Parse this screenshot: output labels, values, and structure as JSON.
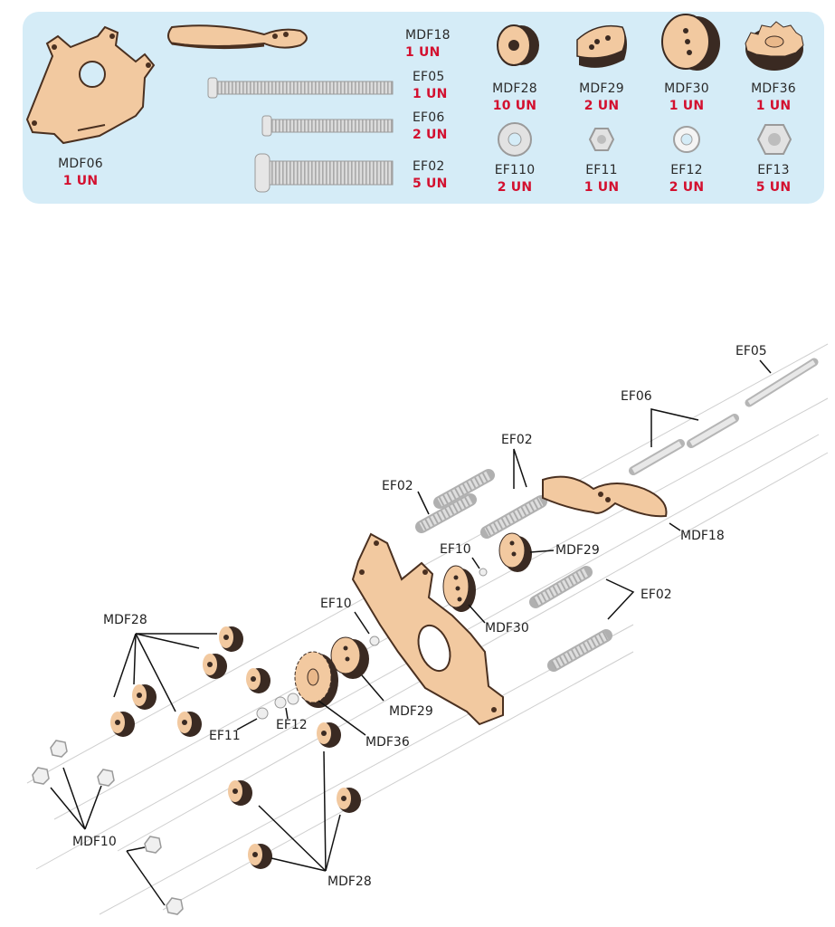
{
  "parts": [
    {
      "name": "MDF06",
      "qty": "1 UN"
    },
    {
      "name": "MDF18",
      "qty": "1 UN"
    },
    {
      "name": "EF05",
      "qty": "1 UN"
    },
    {
      "name": "EF06",
      "qty": "2 UN"
    },
    {
      "name": "EF02",
      "qty": "5 UN"
    },
    {
      "name": "MDF28",
      "qty": "10 UN"
    },
    {
      "name": "MDF29",
      "qty": "2 UN"
    },
    {
      "name": "MDF30",
      "qty": "1 UN"
    },
    {
      "name": "MDF36",
      "qty": "1 UN"
    },
    {
      "name": "EF110",
      "qty": "2 UN"
    },
    {
      "name": "EF11",
      "qty": "1 UN"
    },
    {
      "name": "EF12",
      "qty": "2 UN"
    },
    {
      "name": "EF13",
      "qty": "5 UN"
    }
  ],
  "diagram_labels": [
    "EF05",
    "EF06",
    "EF02",
    "EF02",
    "MDF18",
    "EF10",
    "MDF29",
    "EF02",
    "MDF30",
    "MDF28",
    "EF10",
    "MDF29",
    "EF11",
    "EF12",
    "MDF36",
    "MDF10",
    "MDF28"
  ],
  "colors": {
    "panel": "#d5ecf7",
    "wood": "#f2c9a0",
    "wood_edge": "#4a3020",
    "qty": "#d3102f",
    "metal": "#d8d8d8"
  }
}
